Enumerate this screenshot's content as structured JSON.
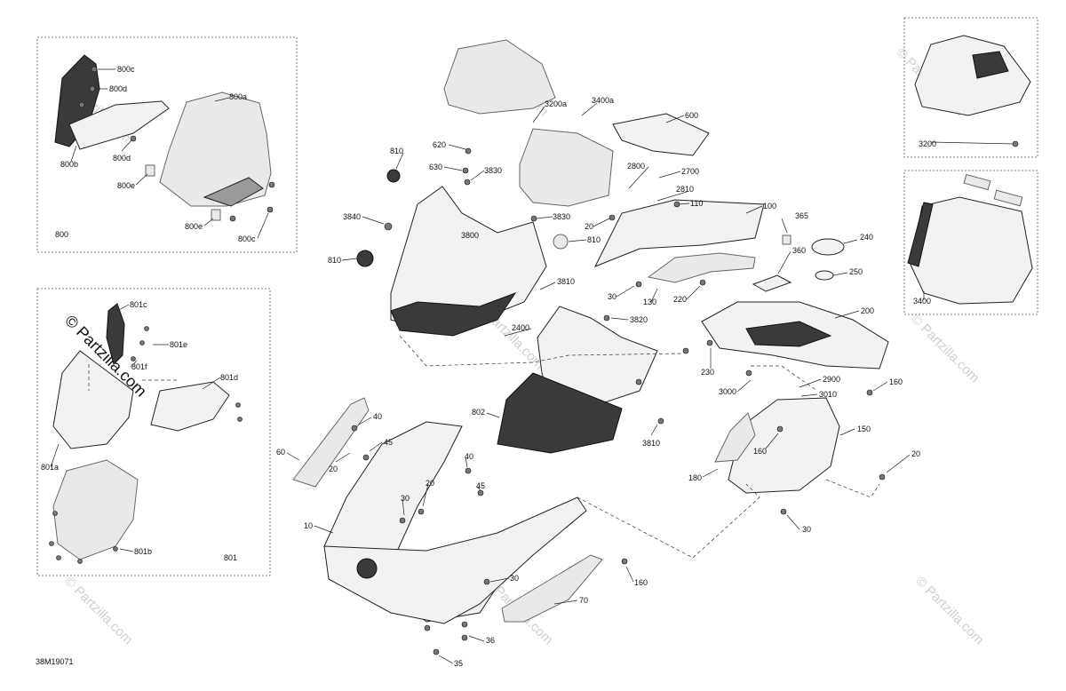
{
  "diagram_code": "38M19071",
  "watermark_text": "© Partzilla.com",
  "colors": {
    "line": "#222222",
    "watermark": "#cfcfcf"
  },
  "insets": {
    "inset_800": {
      "label": "800"
    },
    "inset_801": {
      "label": "801"
    },
    "inset_3200": {
      "label": "3200"
    },
    "inset_3400": {
      "label": "3400"
    }
  },
  "callouts": [
    "800c",
    "800d",
    "800a",
    "800b",
    "800d",
    "800e",
    "800e",
    "800c",
    "801c",
    "801e",
    "801f",
    "801d",
    "801a",
    "801b",
    "3200",
    "3400",
    "3200a",
    "3400a",
    "600",
    "620",
    "630",
    "3830",
    "2800",
    "2700",
    "2810",
    "110",
    "100",
    "810",
    "3840",
    "3830",
    "20",
    "810",
    "3800",
    "810",
    "365",
    "360",
    "240",
    "250",
    "3810",
    "30",
    "130",
    "220",
    "200",
    "2400",
    "3820",
    "230",
    "3000",
    "2900",
    "3010",
    "160",
    "802",
    "3810",
    "150",
    "160",
    "180",
    "20",
    "30",
    "60",
    "40",
    "45",
    "20",
    "40",
    "45",
    "30",
    "20",
    "10",
    "30",
    "160",
    "70",
    "36",
    "35"
  ]
}
